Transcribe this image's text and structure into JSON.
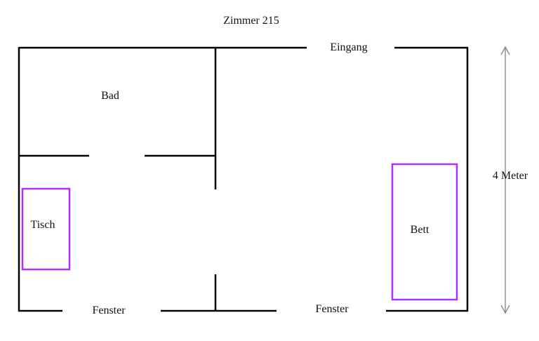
{
  "title": "Zimmer 215",
  "labels": {
    "bathroom": "Bad",
    "entrance": "Eingang",
    "table": "Tisch",
    "bed": "Bett",
    "dimension": "4 Meter",
    "window_left": "Fenster",
    "window_right": "Fenster"
  },
  "colors": {
    "wall": "#000000",
    "furniture": "#b030ff",
    "dimension_arrow": "#909090"
  }
}
